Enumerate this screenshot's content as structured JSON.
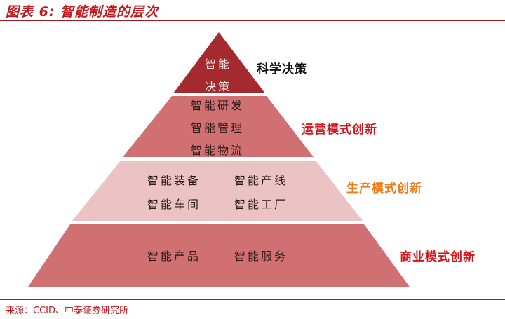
{
  "title": "图表 6:  智能制造的层次",
  "source": "来源：CCID、中泰证券研究所",
  "colors": {
    "title": "#c8161d",
    "rule": "#9b1b20",
    "layer_top": "#a52a2e",
    "layer_mid": "#d17072",
    "layer_light": "#ebc3c4",
    "layer_bottom": "#d17072"
  },
  "pyramid": {
    "layers": [
      {
        "items": [
          "智能",
          "决策"
        ],
        "label": "科学决策",
        "label_color": "#111111"
      },
      {
        "items": [
          "智能研发",
          "智能管理",
          "智能物流"
        ],
        "label": "运营模式创新",
        "label_color": "#d6141b"
      },
      {
        "items": [
          "智能装备",
          "智能产线",
          "智能车间",
          "智能工厂"
        ],
        "label": "生产模式创新",
        "label_color": "#f07a16"
      },
      {
        "items": [
          "智能产品",
          "智能服务"
        ],
        "label": "商业模式创新",
        "label_color": "#d6141b"
      }
    ]
  }
}
